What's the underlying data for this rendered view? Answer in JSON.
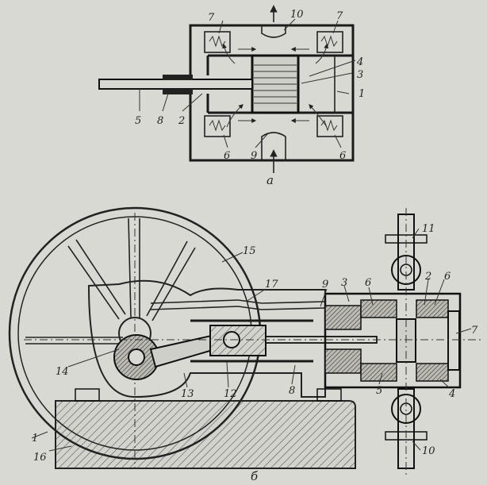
{
  "figure_a": {
    "caption": "а",
    "labels": [
      "7",
      "10",
      "7",
      "4",
      "3",
      "1",
      "5",
      "8",
      "2",
      "6",
      "9",
      "6"
    ]
  },
  "figure_b": {
    "caption": "б",
    "labels": [
      "11",
      "15",
      "3",
      "6",
      "2",
      "6",
      "9",
      "17",
      "7",
      "14",
      "13",
      "12",
      "8",
      "5",
      "4",
      "1",
      "16",
      "10"
    ]
  },
  "colors": {
    "background": "#d9d9d4",
    "ink": "#222222",
    "hatch": "#555555"
  }
}
